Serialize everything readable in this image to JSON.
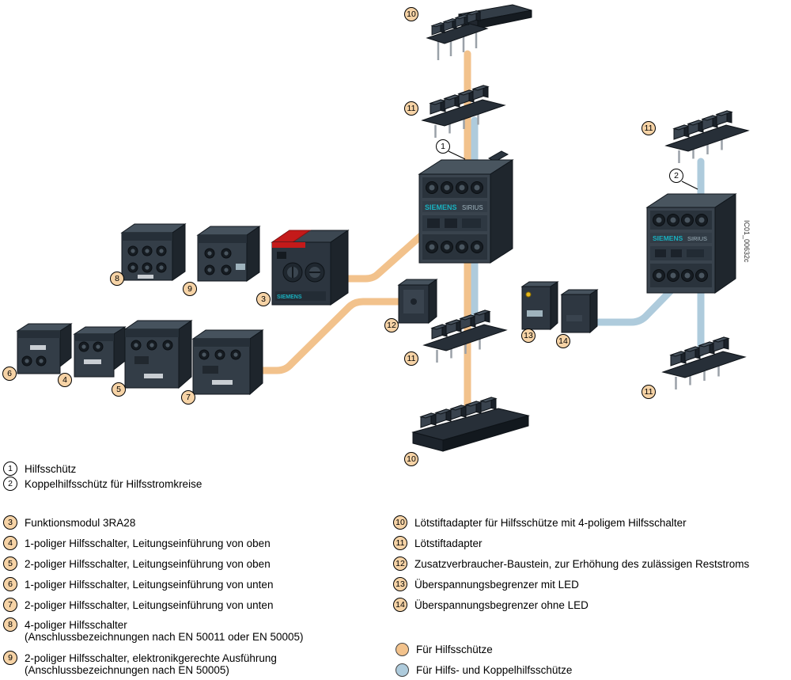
{
  "colors": {
    "cable_orange": "#f2c28c",
    "cable_blue": "#aecbdc",
    "callout_fill": "#f6d3a6",
    "device_dark": "#39434d",
    "brand_teal": "#19b0bf"
  },
  "callouts": {
    "n1": "1",
    "n2": "2",
    "n3": "3",
    "n4": "4",
    "n5": "5",
    "n6": "6",
    "n7": "7",
    "n8": "8",
    "n9": "9",
    "n10": "10",
    "n11": "11",
    "n12": "12",
    "n13": "13",
    "n14": "14"
  },
  "diagram": {
    "brand": "SIEMENS",
    "series": "SIRIUS",
    "figure_id": "IC01_00632c"
  },
  "legend_left": [
    {
      "num": "1",
      "text": "Hilfsschütz"
    },
    {
      "num": "2",
      "text": "Koppelhilfsschütz für Hilfsstromkreise"
    },
    {
      "num": "3",
      "text": "Funktionsmodul 3RA28"
    },
    {
      "num": "4",
      "text": "1-poliger Hilfsschalter, Leitungseinführung von oben"
    },
    {
      "num": "5",
      "text": "2-poliger Hilfsschalter, Leitungseinführung von oben"
    },
    {
      "num": "6",
      "text": "1-poliger Hilfsschalter, Leitungseinführung von unten"
    },
    {
      "num": "7",
      "text": "2-poliger Hilfsschalter, Leitungseinführung von unten"
    },
    {
      "num": "8",
      "text": "4-poliger Hilfsschalter",
      "text2": "(Anschlussbezeichnungen nach EN 50011 oder EN 50005)"
    },
    {
      "num": "9",
      "text": "2-poliger Hilfsschalter, elektronikgerechte Ausführung",
      "text2": "(Anschlussbezeichnungen nach EN 50005)"
    }
  ],
  "legend_right": [
    {
      "num": "10",
      "text": "Lötstiftadapter für Hilfsschütze mit 4-poligem Hilfsschalter"
    },
    {
      "num": "11",
      "text": "Lötstiftadapter"
    },
    {
      "num": "12",
      "text": "Zusatzverbraucher-Baustein, zur Erhöhung des zulässigen Reststroms"
    },
    {
      "num": "13",
      "text": "Überspannungsbegrenzer mit LED"
    },
    {
      "num": "14",
      "text": "Überspannungsbegrenzer ohne LED"
    }
  ],
  "color_legend": [
    {
      "label": "Für Hilfsschütze",
      "color": "#f2c28c"
    },
    {
      "label": "Für Hilfs- und Koppelhilfsschütze",
      "color": "#aecbdc"
    }
  ]
}
